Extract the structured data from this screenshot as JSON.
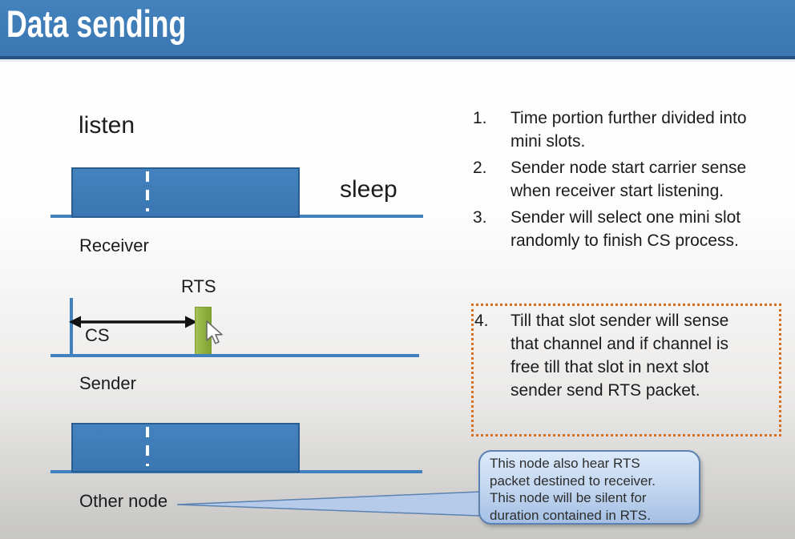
{
  "header": {
    "title": "Data sending"
  },
  "diagram": {
    "receiver": {
      "listen_label": "listen",
      "sleep_label": "sleep",
      "name": "Receiver"
    },
    "sender": {
      "rts_label": "RTS",
      "cs_label": "CS",
      "name": "Sender"
    },
    "other_node": {
      "name": "Other node"
    }
  },
  "notes": {
    "items": [
      {
        "number": "1.",
        "text": "Time portion further divided into mini slots."
      },
      {
        "number": "2.",
        "text": "Sender node start carrier sense when receiver start listening."
      },
      {
        "number": "3.",
        "text": "Sender will select one mini slot randomly to finish CS process."
      },
      {
        "number": "4.",
        "text": "Till that slot sender will sense that channel and if channel is free till that slot in next slot sender send RTS packet."
      }
    ]
  },
  "callout": {
    "lines": [
      "This node also hear RTS",
      "packet destined to receiver.",
      "This node will be silent for",
      "duration contained in RTS."
    ]
  },
  "colors": {
    "header_blue": "#3e7db8",
    "header_border": "#24517f",
    "block_blue": "#3d7ab8",
    "block_border": "#2a5e91",
    "timeline_blue": "#4181be",
    "rts_green": "#8db13c",
    "highlight_orange": "#d96f1e",
    "callout_fill": "#c6d9f1",
    "callout_border": "#5b82b0",
    "text_dark": "#1b1b1b"
  }
}
